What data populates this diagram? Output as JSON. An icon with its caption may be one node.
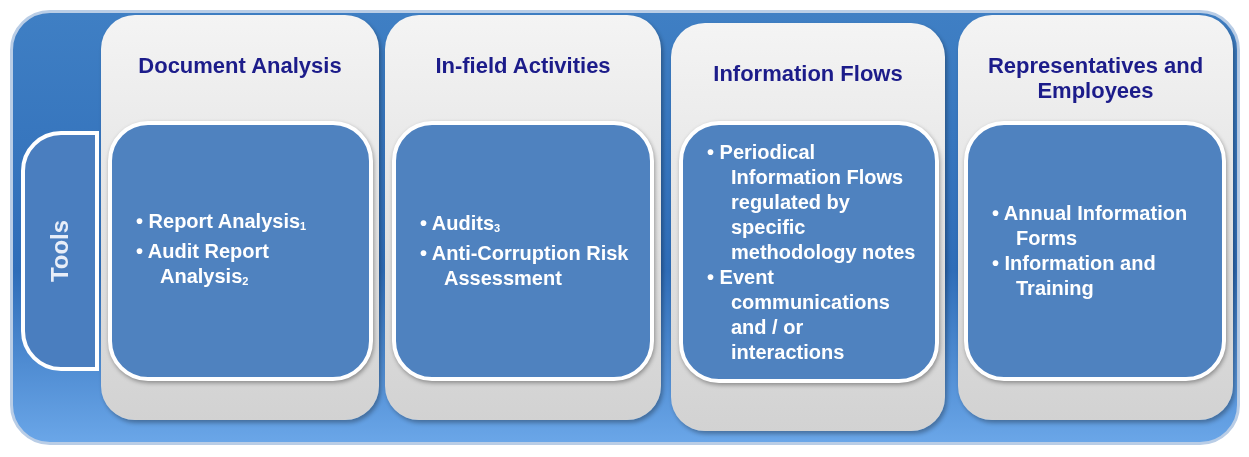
{
  "diagram": {
    "nodes": [
      {
        "text": [],
        "shape": "box"
      },
      {
        "text": [
          "Tools"
        ],
        "in": 0
      },
      {
        "text": [
          "Document Analysis"
        ],
        "in": 0
      },
      {
        "text": [
          "• Report Analysis$_{1}$",
          "• Audit Report Analysis$_{2}$"
        ],
        "in": 2
      },
      {
        "text": [
          "In-field Activities"
        ],
        "in": 0
      },
      {
        "text": [
          "• Audits$_{3}$",
          "• Anti-Corruption Risk Assessment"
        ],
        "in": 4
      },
      {
        "text": [
          "Information Flows"
        ],
        "in": 0
      },
      {
        "text": [
          "• Periodical Information Flows regulated by specific methodology notes",
          "• Event communications and / or interactions"
        ],
        "in": 6
      },
      {
        "text": [
          "Representatives and Employees"
        ],
        "in": 0
      },
      {
        "text": [
          "• Annual Information Forms",
          "• Information and Training"
        ],
        "in": 8
      }
    ],
    "edges": []
  }
}
